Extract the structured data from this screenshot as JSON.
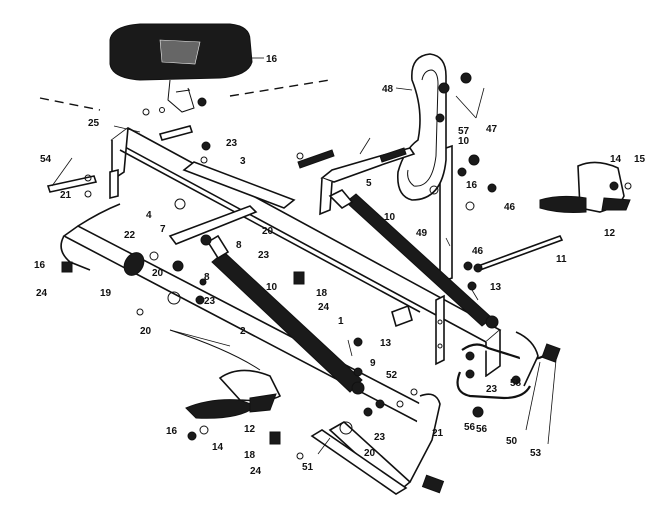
{
  "diagram": {
    "callouts": {
      "c1": "1",
      "c2": "2",
      "c3": "3",
      "c4": "4",
      "c5": "5",
      "c7": "7",
      "c8": "8",
      "c9": "9",
      "c10a": "10",
      "c10b": "10",
      "c10c": "10",
      "c11": "11",
      "c12a": "12",
      "c12b": "12",
      "c13a": "13",
      "c13b": "13",
      "c14a": "14",
      "c14b": "14",
      "c15": "15",
      "c16a": "16",
      "c16b": "16",
      "c16c": "16",
      "c18a": "18",
      "c18b": "18",
      "c19": "19",
      "c20a": "20",
      "c20b": "20",
      "c20c": "20",
      "c20d": "20",
      "c21a": "21",
      "c21b": "21",
      "c22": "22",
      "c23a": "23",
      "c23b": "23",
      "c23c": "23",
      "c23d": "23",
      "c23e": "23",
      "c24a": "24",
      "c24b": "24",
      "c24c": "24",
      "c25": "25",
      "c46": "46",
      "c47": "47",
      "c48": "48",
      "c49": "49",
      "c50": "50",
      "c51": "51",
      "c52": "52",
      "c53": "53",
      "c54": "54",
      "c56a": "56",
      "c56b": "56",
      "c57": "57",
      "c58": "58"
    }
  }
}
